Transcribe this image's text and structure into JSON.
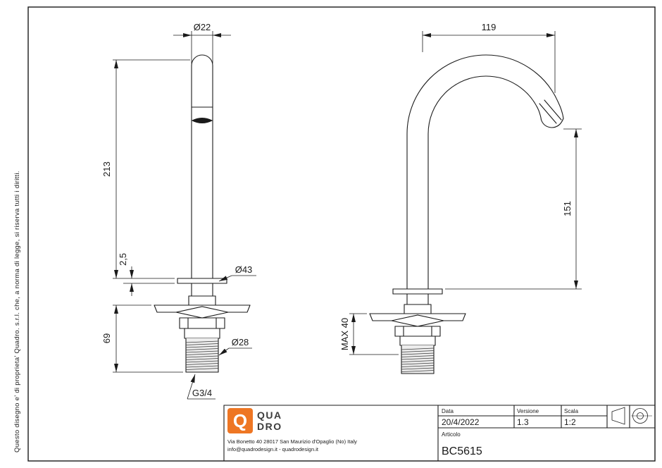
{
  "sheet": {
    "side_note": "Questo disegno e' di proprieta' Quadro. s.r.l. che, a norma di legge, si riserva tutti i diritti."
  },
  "front_view": {
    "dim_top_diameter": "Ø22",
    "dim_height": "213",
    "dim_flange_thickness": "2,5",
    "dim_base_height": "69",
    "dim_flange_diameter": "Ø43",
    "dim_shank_diameter": "Ø28",
    "dim_thread": "G3/4"
  },
  "side_view": {
    "dim_reach": "119",
    "dim_height": "151",
    "dim_max_mount": "MAX 40"
  },
  "title_block": {
    "logo": {
      "letter": "Q",
      "line1": "QUA",
      "line2": "DRO",
      "color": "#EE7623"
    },
    "address": "Via Bonetto 40  28017 San Maurizio d'Opaglio (No) Italy",
    "contact": "info@quadrodesign.it  -  quadrodesign.it",
    "date_label": "Data",
    "date_value": "20/4/2022",
    "version_label": "Versione",
    "version_value": "1.3",
    "scale_label": "Scala",
    "scale_value": "1:2",
    "article_label": "Articolo",
    "article_value": "BC5615"
  }
}
